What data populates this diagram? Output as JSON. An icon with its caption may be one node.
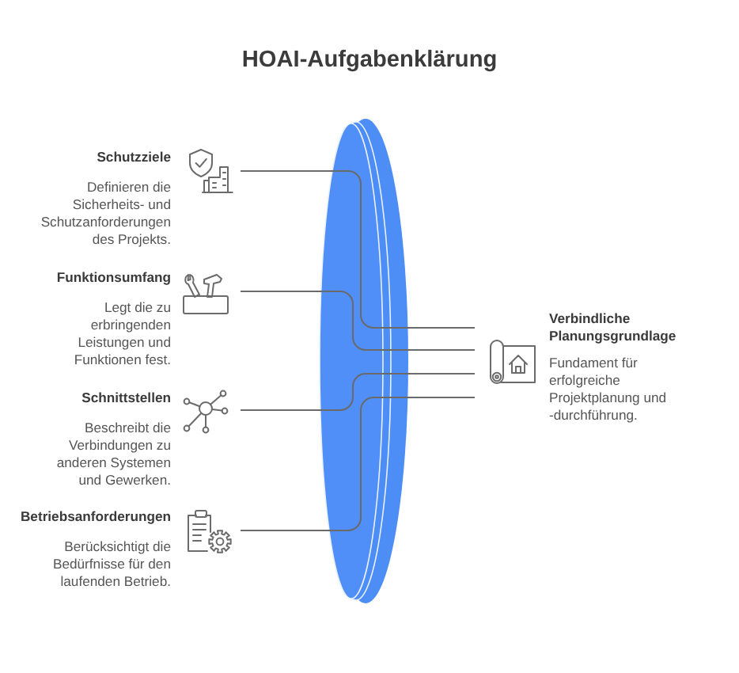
{
  "diagram": {
    "title": "HOAI-Aufgabenklärung",
    "nodes": [
      {
        "text": [
          "Schutzziele",
          "Definieren die Sicherheits- und Schutzanforderungen des Projekts."
        ]
      },
      {
        "text": [
          "Funktionsumfang",
          "Legt die zu erbringenden Leistungen und Funktionen fest."
        ]
      },
      {
        "text": [
          "Schnittstellen",
          "Beschreibt die Verbindungen zu anderen Systemen und Gewerken."
        ]
      },
      {
        "text": [
          "Betriebsanforderungen",
          "Berücksichtigt die Bedürfnisse für den laufenden Betrieb."
        ]
      },
      {
        "text": [
          "Verbindliche Planungsgrundlage",
          "Fundament für erfolgreiche Projektplanung und -durchführung."
        ]
      }
    ],
    "edges": [
      {
        "from": 0,
        "to": 4,
        "arrow": "none"
      },
      {
        "from": 1,
        "to": 4,
        "arrow": "none"
      },
      {
        "from": 2,
        "to": 4,
        "arrow": "none"
      },
      {
        "from": 3,
        "to": 4,
        "arrow": "none"
      }
    ]
  }
}
